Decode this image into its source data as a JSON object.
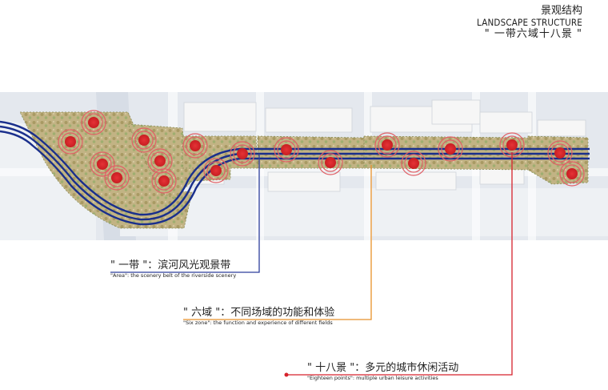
{
  "title": {
    "cn": "景观结构",
    "en": "LANDSCAPE STRUCTURE",
    "sub": "\" 一带六域十八景 \""
  },
  "labels": {
    "belt": {
      "cn": "\" 一带 \"：滨河风光观景带",
      "en": "\"Area\": the scenery belt of the riverside scenery",
      "color": "#2c3e9c"
    },
    "zones": {
      "cn": "\" 六域 \"：不同场域的功能和体验",
      "en": "\"Six zone\": the function and experience of different fields",
      "color": "#e8912a"
    },
    "points": {
      "cn": "\" 十八景 \"：多元的城市休闲活动",
      "en": "\"Eighteen points\": multiple urban leisure activities",
      "color": "#d6222c"
    }
  },
  "colors": {
    "river": "#1a2f8c",
    "marker": "#e0242c",
    "green": "#b9aa78",
    "building": "#f1f1f1",
    "road": "#e2e6ec"
  }
}
